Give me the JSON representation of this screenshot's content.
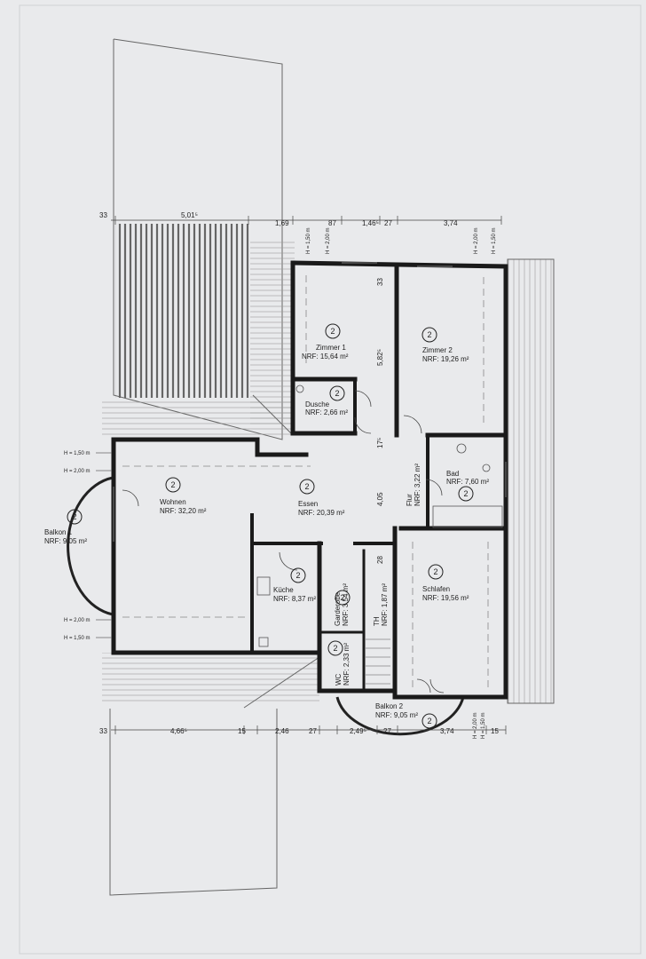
{
  "colors": {
    "paper": "#e9eaec",
    "wall": "#1a1a1a",
    "line": "#555555",
    "hatch": "#777777"
  },
  "level_badge": "2",
  "rooms": [
    {
      "id": "zimmer1",
      "name": "Zimmer 1",
      "area": "NRF: 15,64 m²"
    },
    {
      "id": "zimmer2",
      "name": "Zimmer 2",
      "area": "NRF: 19,26 m²"
    },
    {
      "id": "dusche",
      "name": "Dusche",
      "area": "NRF: 2,66 m²"
    },
    {
      "id": "wohnen",
      "name": "Wohnen",
      "area": "NRF: 32,20 m²"
    },
    {
      "id": "essen",
      "name": "Essen",
      "area": "NRF: 20,39 m²"
    },
    {
      "id": "flur",
      "name": "Flur",
      "area": "NRF: 3,22 m²"
    },
    {
      "id": "bad",
      "name": "Bad",
      "area": "NRF: 7,60 m²"
    },
    {
      "id": "balkon1",
      "name": "Balkon 1",
      "area": "NRF: 9,05 m²"
    },
    {
      "id": "kueche",
      "name": "Küche",
      "area": "NRF: 8,37 m²"
    },
    {
      "id": "garderobe",
      "name": "Garderobe",
      "area": "NRF: 3,54 m²"
    },
    {
      "id": "th",
      "name": "TH",
      "area": "NRF: 1,87 m²"
    },
    {
      "id": "schlafen",
      "name": "Schlafen",
      "area": "NRF: 19,56 m²"
    },
    {
      "id": "wc",
      "name": "WC",
      "area": "NRF: 2,33 m²"
    },
    {
      "id": "balkon2",
      "name": "Balkon 2",
      "area": "NRF: 9,05 m²"
    }
  ],
  "dims_top": [
    "33",
    "5,01⁵",
    "1,69",
    "87",
    "1,46⁵",
    "27",
    "3,74"
  ],
  "dims_bottom": [
    "33",
    "4,66⁵",
    "15",
    "2,46",
    "27",
    "2,49⁵",
    "27",
    "3,74",
    "15"
  ],
  "dims_inner": [
    "33",
    "5,82⁵",
    "17⁵",
    "4,05",
    "28"
  ],
  "height_marks": {
    "h150": "H = 1,50 m",
    "h200": "H = 2,00 m"
  }
}
